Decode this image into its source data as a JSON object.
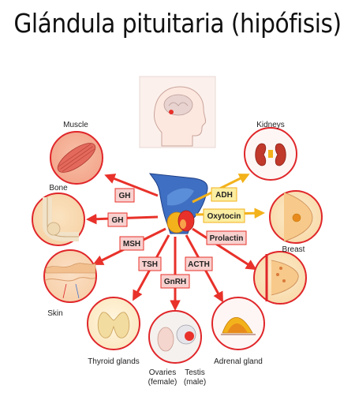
{
  "title": "Glándula pituitaria (hipófisis)",
  "hormones": {
    "gh_top": "GH",
    "gh_bottom": "GH",
    "msh": "MSH",
    "tsh": "TSH",
    "gnrh": "GnRH",
    "acth": "ACTH",
    "adh": "ADH",
    "oxytocin": "Oxytocin",
    "prolactin": "Prolactin"
  },
  "targets": {
    "muscle": "Muscle",
    "bone": "Bone",
    "skin": "Skin",
    "thyroid": "Thyroid glands",
    "ovaries_1": "Ovaries",
    "ovaries_2": "(female)",
    "testis_1": "Testis",
    "testis_2": "(male)",
    "adrenal": "Adrenal gland",
    "breast": "Breast",
    "kidneys": "Kidneys"
  },
  "colors": {
    "red_arrow": "#e8312a",
    "yellow_arrow": "#f3b21b",
    "hormone_box_red": "#f8d1cf",
    "hormone_box_yellow": "#fbeea2",
    "circle_border": "#e0262a"
  }
}
